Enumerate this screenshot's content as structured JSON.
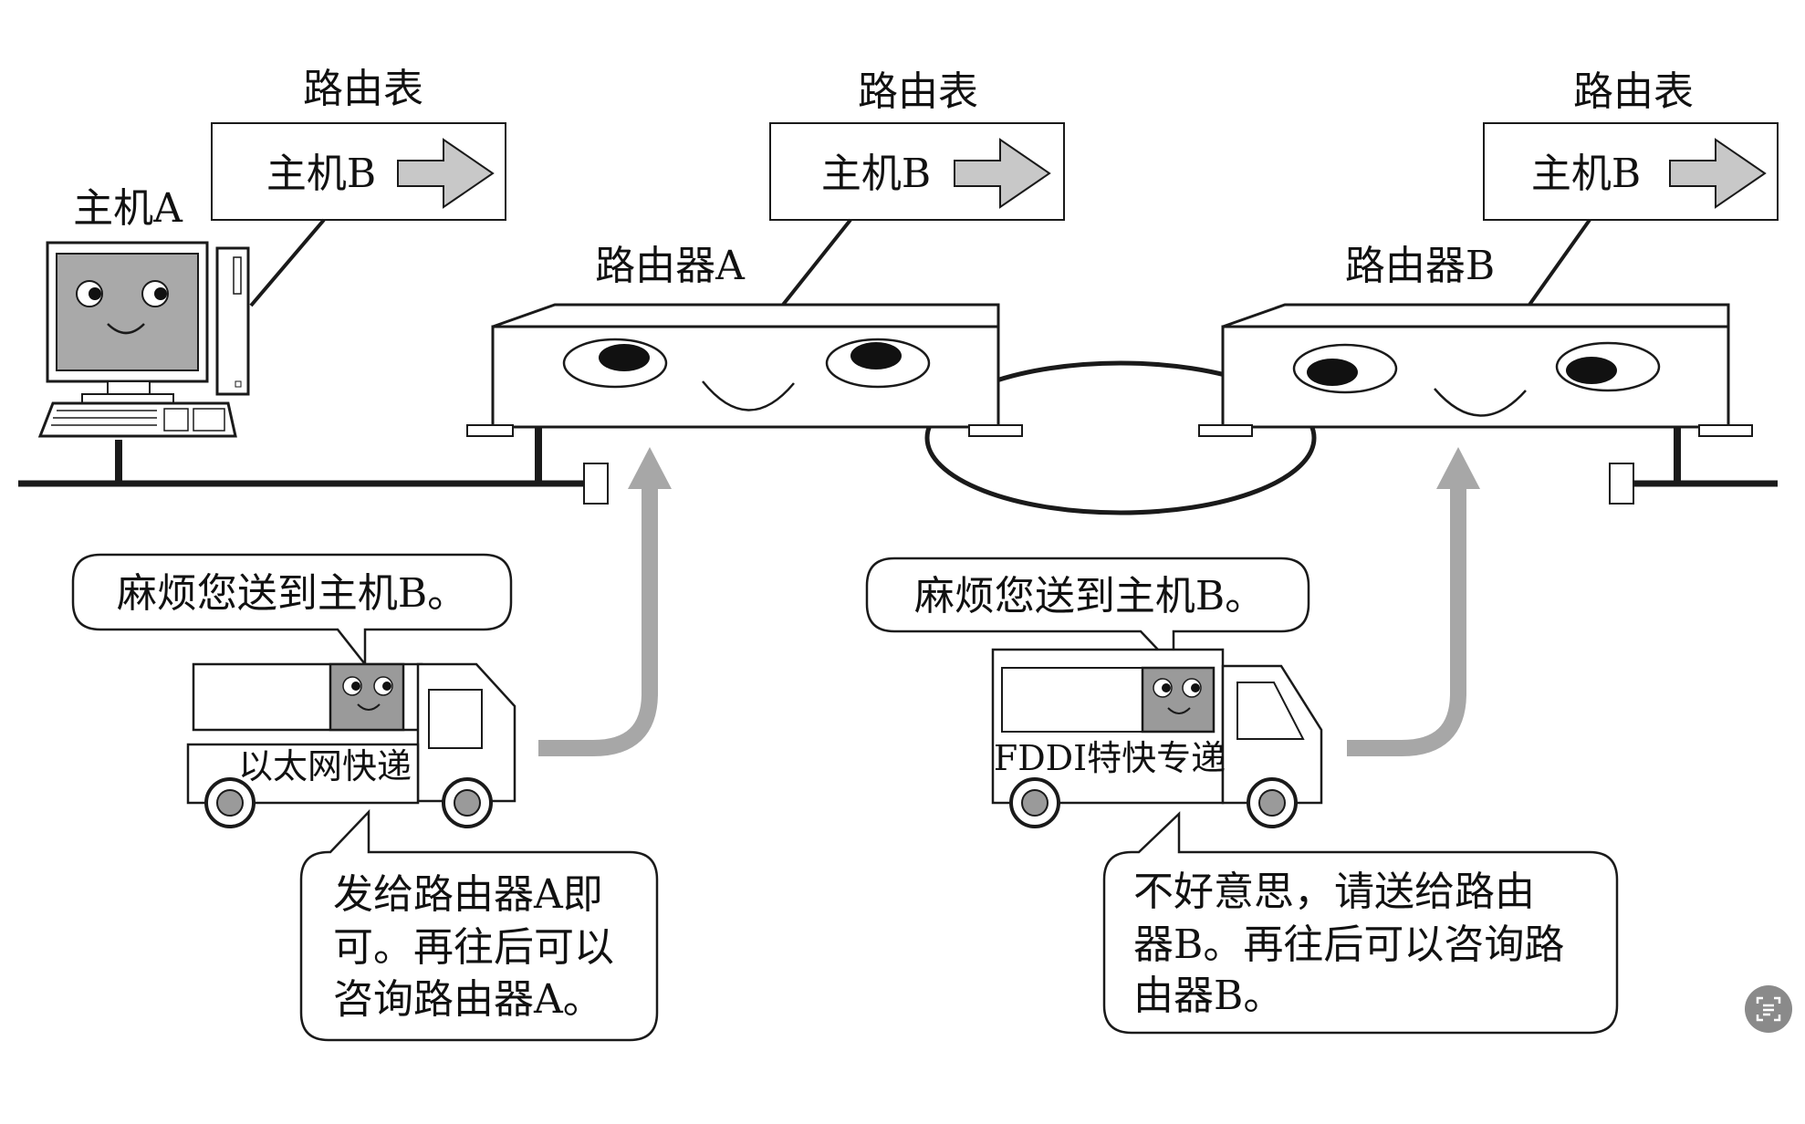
{
  "routing_tables": [
    {
      "title": "路由表",
      "entry": "主机B"
    },
    {
      "title": "路由表",
      "entry": "主机B"
    },
    {
      "title": "路由表",
      "entry": "主机B"
    }
  ],
  "hosts": {
    "host_a": "主机A"
  },
  "routers": {
    "router_a": "路由器A",
    "router_b": "路由器B"
  },
  "trucks": {
    "ethernet": "以太网快递",
    "fddi": "FDDI特快专递"
  },
  "bubbles": {
    "request_left": "麻烦您送到主机B。",
    "request_right": "麻烦您送到主机B。",
    "reply_left": [
      "发给路由器A即",
      "可。再往后可以",
      "咨询路由器A。"
    ],
    "reply_right": [
      "不好意思，请送给路由",
      "器B。再往后可以咨询路",
      "由器B。"
    ]
  },
  "icons": {
    "ocr_button": "text-scan-icon"
  },
  "colors": {
    "stroke": "#1a1a1a",
    "screen": "#a9a9a9",
    "arrow": "#a7a7a7",
    "face": "#9a9a9a",
    "button": "#8a8a8a"
  }
}
